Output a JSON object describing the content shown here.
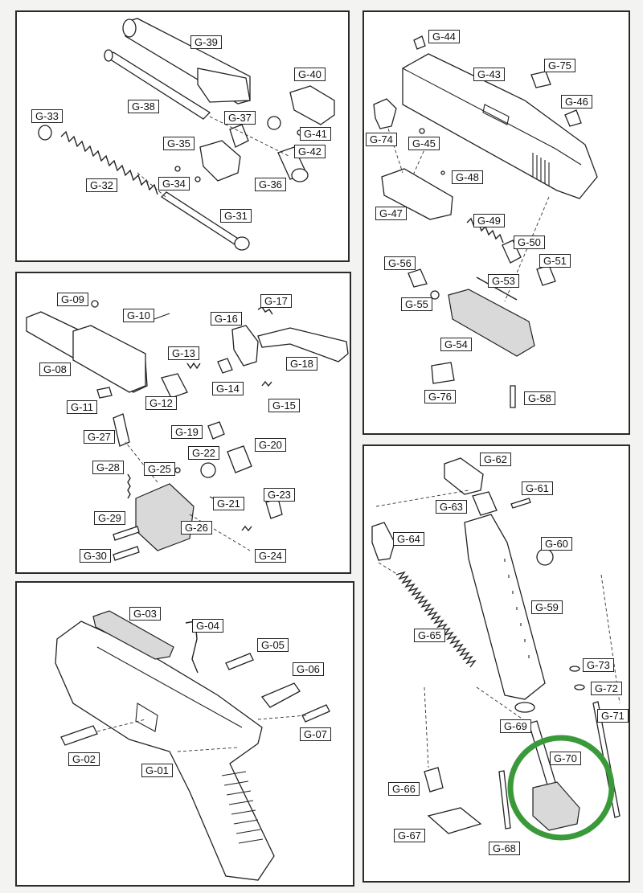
{
  "highlight_color": "#3a9a3a",
  "panels": {
    "barrel": {
      "labels": [
        "G-39",
        "G-40",
        "G-38",
        "G-37",
        "G-33",
        "G-41",
        "G-35",
        "G-42",
        "G-34",
        "G-36",
        "G-32",
        "G-31"
      ]
    },
    "slide": {
      "labels": [
        "G-44",
        "G-43",
        "G-75",
        "G-46",
        "G-74",
        "G-45",
        "G-48",
        "G-47",
        "G-49",
        "G-50",
        "G-56",
        "G-51",
        "G-53",
        "G-55",
        "G-54",
        "G-76",
        "G-58"
      ]
    },
    "trigger": {
      "labels": [
        "G-09",
        "G-17",
        "G-10",
        "G-16",
        "G-13",
        "G-08",
        "G-18",
        "G-14",
        "G-12",
        "G-15",
        "G-11",
        "G-19",
        "G-27",
        "G-22",
        "G-20",
        "G-28",
        "G-25",
        "G-23",
        "G-21",
        "G-29",
        "G-26",
        "G-30",
        "G-24"
      ]
    },
    "frame": {
      "labels": [
        "G-03",
        "G-04",
        "G-05",
        "G-06",
        "G-07",
        "G-02",
        "G-01"
      ]
    },
    "magazine": {
      "labels": [
        "G-62",
        "G-61",
        "G-63",
        "G-64",
        "G-60",
        "G-59",
        "G-65",
        "G-73",
        "G-72",
        "G-71",
        "G-69",
        "G-70",
        "G-66",
        "G-67",
        "G-68"
      ]
    }
  }
}
